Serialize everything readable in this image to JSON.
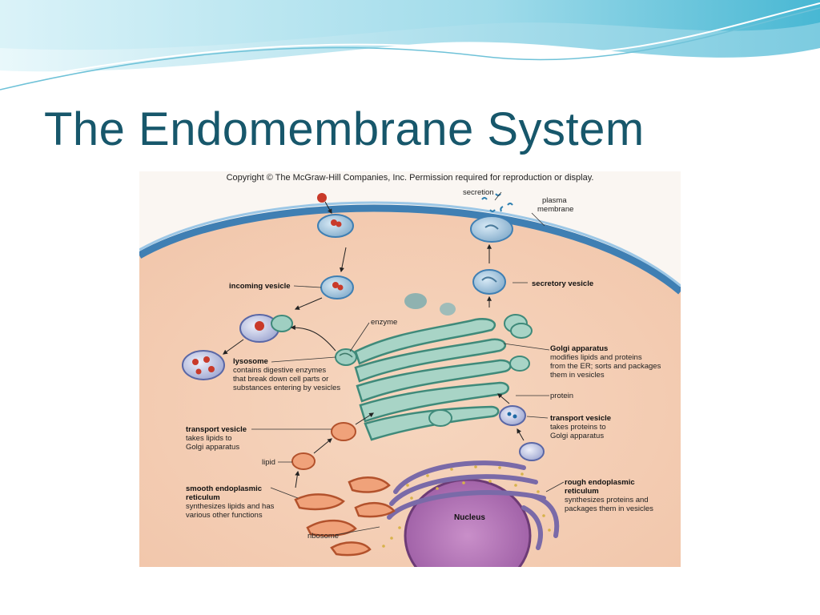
{
  "slide": {
    "title": "The Endomembrane System",
    "colors": {
      "title": "#17576b",
      "wave_light": "#bfe9f3",
      "wave_dark": "#3fb4d1"
    }
  },
  "figure": {
    "copyright": "Copyright © The McGraw-Hill Companies, Inc. Permission required for reproduction or display.",
    "labels": {
      "secretion": "secretion",
      "plasma_membrane": [
        "plasma",
        "membrane"
      ],
      "secretory_vesicle": "secretory vesicle",
      "incoming_vesicle": "incoming vesicle",
      "enzyme": "enzyme",
      "golgi_title": "Golgi apparatus",
      "golgi_desc": [
        "modifies lipids and proteins",
        "from the ER; sorts and packages",
        "them in vesicles"
      ],
      "lysosome_title": "lysosome",
      "lysosome_desc": [
        "contains digestive enzymes",
        "that break down cell parts or",
        "substances entering by vesicles"
      ],
      "protein": "protein",
      "transport_vesicle_right_title": "transport vesicle",
      "transport_vesicle_right_desc": [
        "takes proteins to",
        "Golgi apparatus"
      ],
      "transport_vesicle_left_title": "transport vesicle",
      "transport_vesicle_left_desc": [
        "takes lipids to",
        "Golgi apparatus"
      ],
      "lipid": "lipid",
      "smooth_er_title": [
        "smooth endoplasmic",
        "reticulum"
      ],
      "smooth_er_desc": [
        "synthesizes lipids and has",
        "various other functions"
      ],
      "rough_er_title": [
        "rough endoplasmic",
        "reticulum"
      ],
      "rough_er_desc": [
        "synthesizes proteins and",
        "packages them in vesicles"
      ],
      "nucleus": "Nucleus",
      "ribosome": "ribosome"
    }
  }
}
